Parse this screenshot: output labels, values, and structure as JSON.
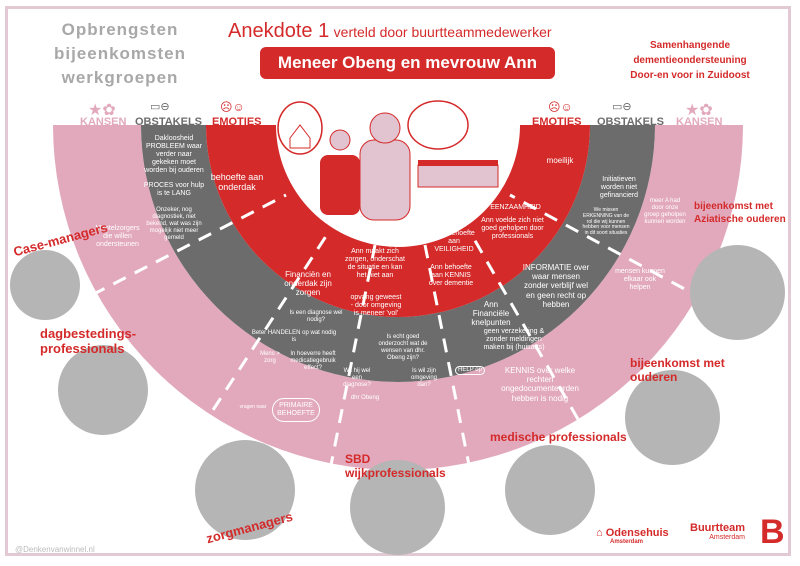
{
  "header": {
    "left_title": [
      "Opbrengsten",
      "bijeenkomsten",
      "werkgroepen"
    ],
    "anecdote": "Anekdote 1",
    "anecdote_sub": "verteld door buurtteammedewerker",
    "banner": "Meneer Obeng en mevrouw Ann",
    "right_title": [
      "Samenhangende",
      "dementieondersteuning",
      "Door-en voor in Zuidoost"
    ]
  },
  "legend": {
    "kansen": "KANSEN",
    "obstakels": "OBSTAKELS",
    "emoties": "EMOTIES"
  },
  "left": {
    "kansen": "Mantelzorgers die willen ondersteunen",
    "obstakels": [
      "Dakloosheid PROBLEEM waar verder naar gekeken moet worden bij ouderen",
      "PROCES voor hulp is te LANG",
      "Onzeker, nog diagnostiek, niet bekend, wat was zijn mogelijk niet meer gemeld"
    ],
    "emoties": [
      "behoefte aan onderdak",
      "Financiën en onderdak zijn zorgen"
    ]
  },
  "center": {
    "emoties": [
      "Ann maakt zich zorgen, onderschat de situatie en kan het niet aan",
      "opvang geweest - door omgeving is meneer 'vol'",
      "Ann behoefte aan VEILIGHEID",
      "Ann behoefte aan KENNIS over dementie"
    ],
    "obstakels": [
      "Is een diagnose wel nodig?",
      "Beter HANDELEN op wat nodig is",
      "Mens > zorg",
      "In hoeverre heeft medicatiegebruik effect?",
      "Is echt goed onderzocht wat de wensen van dhr. Obeng zijn?",
      "Wil hij wel een diagnose?",
      "Is wil zijn omgeving dan?",
      "dhr Obeng"
    ],
    "kansen": [
      "PRIMAIRE BEHOEFTE",
      "vragen naar"
    ]
  },
  "right": {
    "emoties": [
      "moeilijk",
      "EENZAAMHEID",
      "Ann voelde zich niet goed geholpen door professionals"
    ],
    "obstakels": [
      "Initiatieven worden niet gefinancierd",
      "We missen ERKENNING van de rol die wij kunnen hebben voor mensen in dit soort situaties",
      "INFORMATIE over waar mensen zonder verblijf wel en geen recht op hebben",
      "Ann Financiële knelpunten",
      "geen verzekering & zonder meldingen maken bij (huisarts)",
      "HELP op"
    ],
    "kansen": [
      "meer A had door onze groep geholpen kunnen worden",
      "mensen kunnen elkaar ook helpen",
      "KENNIS over welke rechten ongedocumenteerden hebben is nodig"
    ]
  },
  "groups": [
    {
      "label": "Case-managers"
    },
    {
      "label": "dagbestedings-professionals"
    },
    {
      "label": "zorgmanagers"
    },
    {
      "label": "SBD wijkprofessionals"
    },
    {
      "label": "medische professionals"
    },
    {
      "label": "bijeenkomst met ouderen"
    },
    {
      "label": "bijeenkomst met Aziatische ouderen"
    }
  ],
  "logos": {
    "odensehuis": "Odensehuis",
    "odensehuis_sub": "Amsterdam",
    "buurtteam": "Buurtteam",
    "buurtteam_sub": "Amsterdam",
    "buurtteam_mark": "B"
  },
  "credit": "@Denkenvanwinnel.nl",
  "colors": {
    "red": "#d42a2a",
    "gray": "#6c6c6c",
    "pink": "#e2a9bd",
    "circle": "#b5b5b5"
  }
}
